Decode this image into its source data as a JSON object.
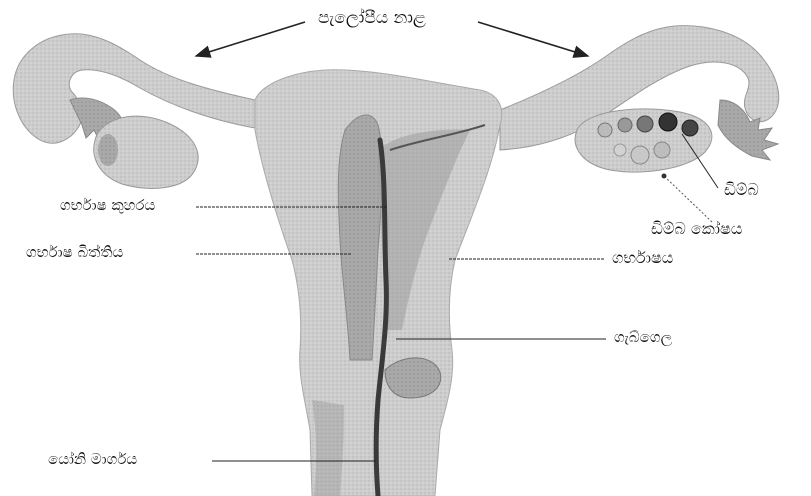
{
  "diagram": {
    "labels": {
      "fallopian_tubes": "පැලෝපීය නාළ",
      "ovum": "ඩිම්බ",
      "ovary": "ඩිම්බ කෝෂය",
      "uterine_cavity": "ගර්භාෂ කුහරය",
      "uterine_wall": "ගර්භාෂ බිත්තිය",
      "uterus": "ගර්භාෂය",
      "cervix": "ගැබ්ගෙල",
      "vagina": "යෝනි මාර්ගය"
    },
    "colors": {
      "tissue": "#cfcfcf",
      "tissue_dark": "#a8a8a8",
      "cavity": "#9a9a9a",
      "canal": "#3a3a3a",
      "line": "#222222"
    }
  }
}
